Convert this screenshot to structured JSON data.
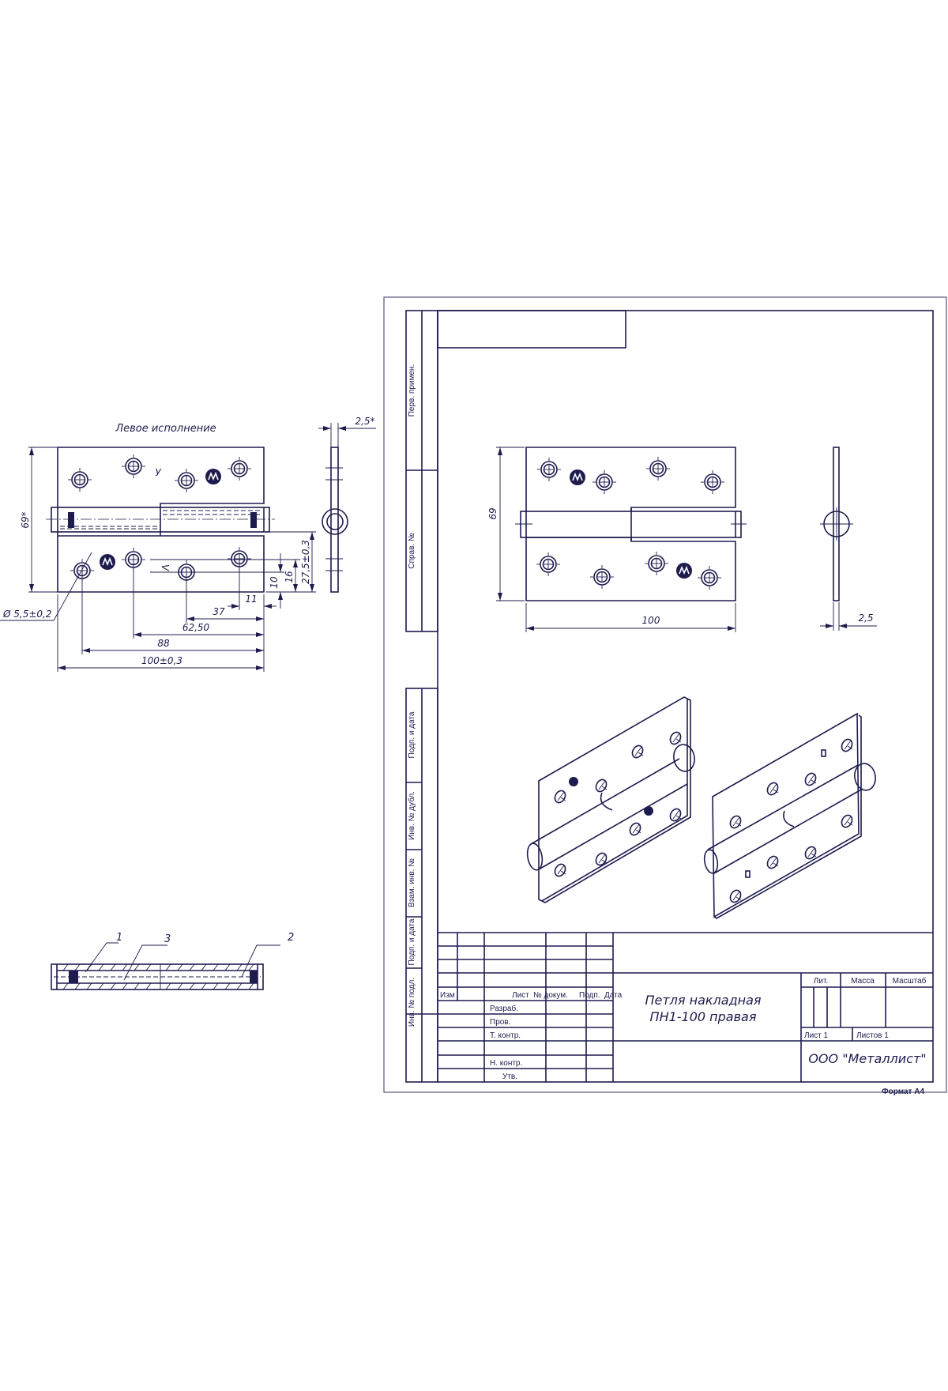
{
  "left_view": {
    "caption": "Левое исполнение",
    "dims": {
      "height": "69*",
      "thickness": "2,5*",
      "hole_diameter": "Ø 5,5±0,2",
      "d10": "10",
      "d16": "16",
      "d27": "27,5±0,3",
      "d11": "11",
      "d37": "37",
      "d62": "62,50",
      "d88": "88",
      "d100": "100±0,3"
    },
    "marks": {
      "upper": "У",
      "lower": "Λ"
    }
  },
  "section": {
    "callouts": [
      "1",
      "3",
      "2"
    ]
  },
  "main_view": {
    "dims": {
      "height": "69",
      "width": "100",
      "thickness": "2,5"
    }
  },
  "side_strip": {
    "top": [
      "Перв. примен.",
      "Справ. №"
    ],
    "bottom": [
      "Подп. и дата",
      "Инв. № дубл.",
      "Взам. инв. №",
      "Подп. и дата",
      "Инв. № подл."
    ]
  },
  "title_block": {
    "headers": [
      "Изм",
      "Лист",
      "№ докум.",
      "Подп.",
      "Дата"
    ],
    "roles": [
      "Разраб.",
      "Пров.",
      "Т. контр.",
      "Н. контр.",
      "Утв."
    ],
    "title_line1": "Петля накладная",
    "title_line2": "ПН1-100 правая",
    "lit": "Лит.",
    "mass": "Масса",
    "scale": "Масштаб",
    "sheet": "Лист 1",
    "sheets": "Листов 1",
    "company": "ООО \"Металлист\"",
    "format": "Формат А4"
  }
}
